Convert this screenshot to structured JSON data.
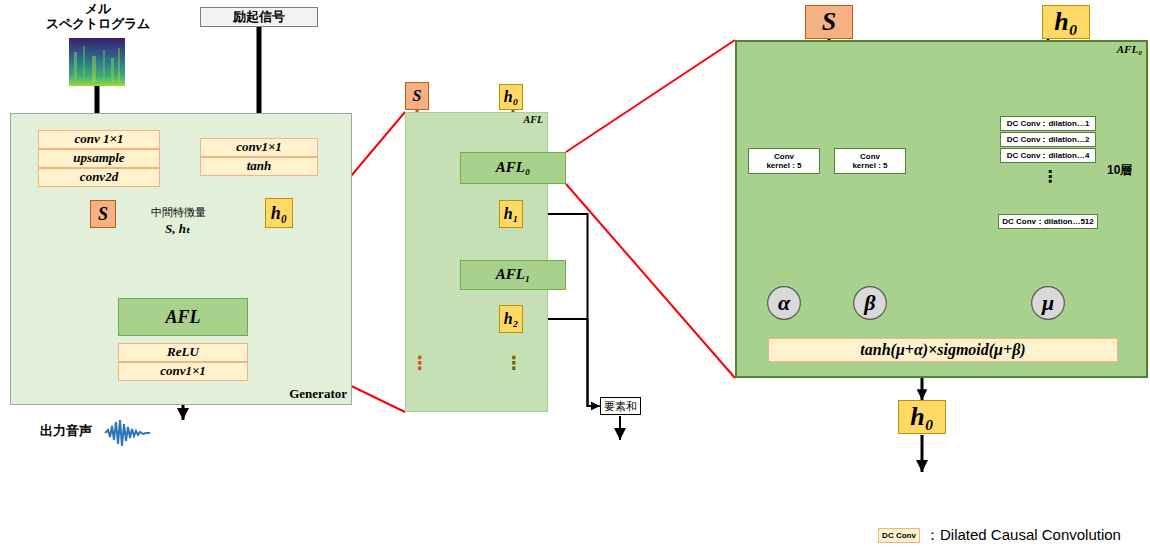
{
  "diagram": {
    "nodes": [
      {
        "text": [
          "励起信号"
        ]
      },
      {
        "text": [
          "Generator"
        ]
      },
      {
        "text": [
          "conv 1×1"
        ],
        "in": 1
      },
      {
        "text": [
          "upsample"
        ],
        "in": 1
      },
      {
        "text": [
          "conv2d"
        ],
        "in": 1
      },
      {
        "text": [
          "conv1×1"
        ],
        "in": 1
      },
      {
        "text": [
          "tanh"
        ],
        "in": 1
      },
      {
        "text": [
          "S"
        ],
        "in": 1
      },
      {
        "text": [
          "h₀"
        ],
        "in": 1
      },
      {
        "text": [
          "AFL"
        ],
        "in": 1
      },
      {
        "text": [
          "ReLU"
        ],
        "in": 1
      },
      {
        "text": [
          "conv1×1"
        ],
        "in": 1
      },
      {
        "text": [
          "AFL"
        ]
      },
      {
        "text": [
          "S"
        ]
      },
      {
        "text": [
          "h₀"
        ]
      },
      {
        "text": [
          "AFL₀"
        ],
        "in": 12
      },
      {
        "text": [
          "h₁"
        ],
        "in": 12
      },
      {
        "text": [
          "AFL₁"
        ],
        "in": 12
      },
      {
        "text": [
          "h₂"
        ],
        "in": 12
      },
      {
        "text": [
          "要素和"
        ]
      },
      {
        "text": [
          "AFL₀"
        ]
      },
      {
        "text": [
          "S"
        ]
      },
      {
        "text": [
          "h₀"
        ]
      },
      {
        "text": [
          "Conv",
          "kernel : 5"
        ],
        "in": 20
      },
      {
        "text": [
          "Conv",
          "kernel : 5"
        ],
        "in": 20
      },
      {
        "text": [
          "DC Conv：dilation…1"
        ],
        "in": 20
      },
      {
        "text": [
          "DC Conv：dilation…2"
        ],
        "in": 20
      },
      {
        "text": [
          "DC Conv：dilation…4"
        ],
        "in": 20
      },
      {
        "text": [
          "DC Conv：dilation…512"
        ],
        "in": 20
      },
      {
        "text": [
          "α"
        ],
        "in": 20
      },
      {
        "text": [
          "β"
        ],
        "in": 20
      },
      {
        "text": [
          "μ"
        ],
        "in": 20
      },
      {
        "text": [
          "tanh(μ+α)×sigmoid(μ+β)"
        ],
        "in": 20
      },
      {
        "text": [
          "h₀"
        ]
      },
      {
        "text": [
          "DC Conv"
        ]
      }
    ],
    "edges": [
      {
        "from": 0,
        "to": 5,
        "arrow": "none"
      },
      {
        "from": 4,
        "to": 7,
        "arrow": "to"
      },
      {
        "from": 6,
        "to": 8,
        "arrow": "to"
      },
      {
        "from": 7,
        "to": 9,
        "arrow": "to"
      },
      {
        "from": 8,
        "to": 9,
        "arrow": "to"
      },
      {
        "from": 9,
        "to": 12,
        "arrow": "none"
      },
      {
        "from": 9,
        "to": 12,
        "arrow": "none"
      },
      {
        "from": 14,
        "to": 15,
        "arrow": "to"
      },
      {
        "from": 15,
        "to": 16,
        "arrow": "to"
      },
      {
        "from": 16,
        "to": 17,
        "arrow": "to"
      },
      {
        "from": 17,
        "to": 18,
        "arrow": "to"
      },
      {
        "from": 13,
        "to": 15,
        "arrow": "to"
      },
      {
        "from": 13,
        "to": 17,
        "arrow": "to"
      },
      {
        "from": 16,
        "to": 19,
        "arrow": "to"
      },
      {
        "from": 18,
        "to": 19,
        "arrow": "to"
      },
      {
        "from": 15,
        "to": 20,
        "arrow": "none"
      },
      {
        "from": 15,
        "to": 20,
        "arrow": "none"
      },
      {
        "from": 21,
        "to": 23,
        "arrow": "to"
      },
      {
        "from": 21,
        "to": 24,
        "arrow": "to"
      },
      {
        "from": 22,
        "to": 25,
        "arrow": "to"
      },
      {
        "from": 23,
        "to": 29,
        "arrow": "to"
      },
      {
        "from": 24,
        "to": 30,
        "arrow": "to"
      },
      {
        "from": 28,
        "to": 31,
        "arrow": "to"
      },
      {
        "from": 29,
        "to": 32,
        "arrow": "to"
      },
      {
        "from": 30,
        "to": 32,
        "arrow": "to"
      },
      {
        "from": 31,
        "to": 32,
        "arrow": "to"
      },
      {
        "from": 32,
        "to": 33,
        "arrow": "to"
      }
    ],
    "labels": [
      "メル スペクトログラム",
      "中間特徴量",
      "S, hₜ",
      "出力音声",
      "⋮",
      "⋮",
      "⋮",
      "10層",
      "：Dilated Causal Convolution"
    ]
  }
}
